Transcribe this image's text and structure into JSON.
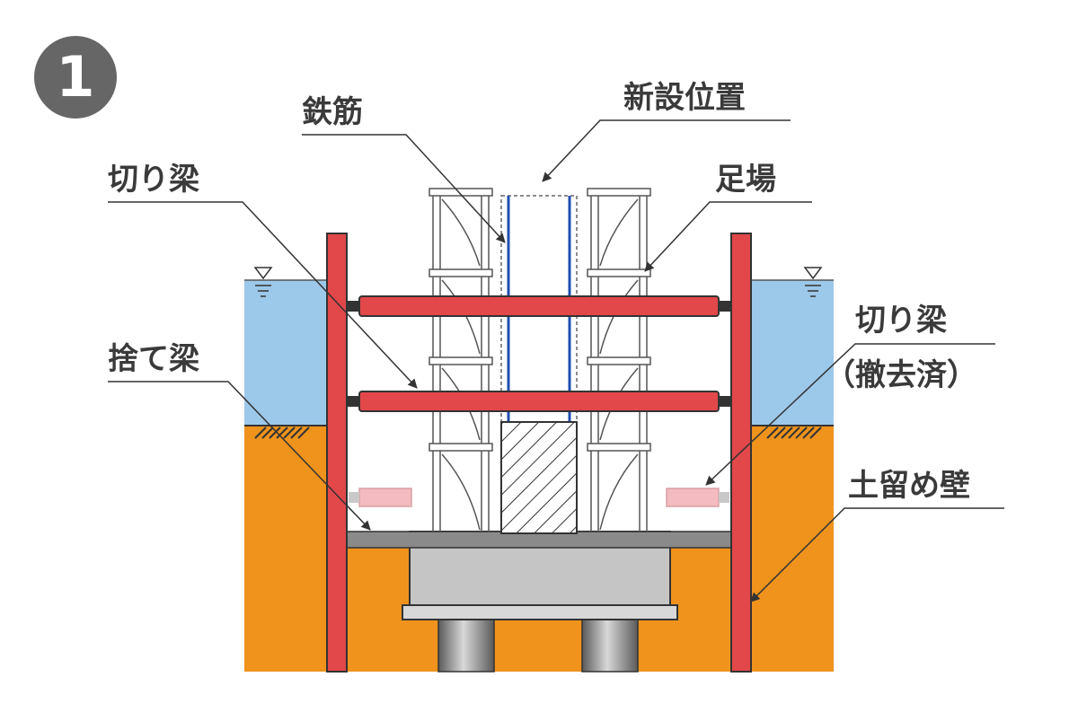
{
  "step_number": "1",
  "labels": {
    "rebar": "鉄筋",
    "new_position": "新設位置",
    "strut_left": "切り梁",
    "scaffold": "足場",
    "strut_removed_line1": "切り梁",
    "strut_removed_line2": "（撤去済）",
    "sacrificial_beam": "捨て梁",
    "retaining_wall": "土留め壁"
  },
  "colors": {
    "soil": "#ef931d",
    "water": "#9cc8ea",
    "wall": "#e2474a",
    "strut": "#e2474a",
    "strut_removed": "#f4bcc0",
    "concrete": "#c5c5c5",
    "rebar": "#1f4fb0",
    "badge": "#666666",
    "text": "#3a3a3a"
  },
  "icons": [
    "water-level-icon",
    "ground-hatch-icon"
  ]
}
